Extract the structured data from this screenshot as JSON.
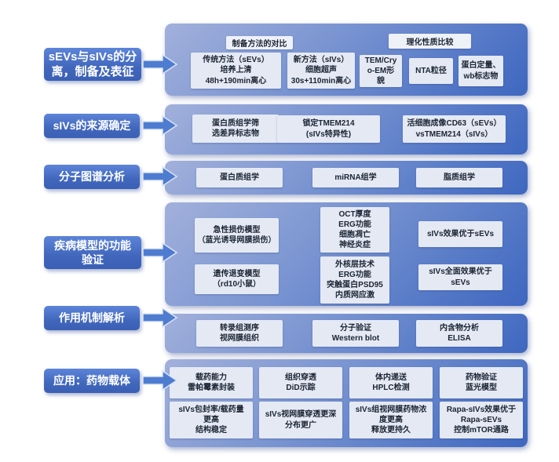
{
  "colors": {
    "label_gradient_top": "#5c84d8",
    "label_gradient_bottom": "#3a5fb4",
    "panel_gradient_light": "#a2b0db",
    "panel_gradient_dark": "#3e67c0",
    "inner_box_bg": "#e4e9f4",
    "inner_box_text": "#1b2433",
    "arrow_fill": "#4e7cd0",
    "background": "#ffffff"
  },
  "rows": [
    {
      "label": "sEVs与sIVs的分\n离，制备及表征",
      "headers": [
        "制备方法的对比",
        "理化性质比较"
      ],
      "boxes": [
        "传统方法（sEVs）\n培养上清\n48h+190min离心",
        "新方法（sIVs）\n细胞超声\n30s+110min离心",
        "TEM/Cry\no-EM形\n貌",
        "NTA粒径",
        "蛋白定量、\nwb标志物"
      ]
    },
    {
      "label": "sIVs的来源确定",
      "boxes": [
        "蛋白质组学筛\n选差异标志物",
        "锁定TMEM214\n(sIVs特异性)",
        "活细胞成像CD63（sEVs）\nvsTMEM214（sIVs）"
      ]
    },
    {
      "label": "分子图谱分析",
      "boxes": [
        "蛋白质组学",
        "miRNA组学",
        "脂质组学"
      ]
    },
    {
      "label": "疾病模型的功能\n验证",
      "boxes": [
        "急性损伤模型\n（蓝光诱导网膜损伤）",
        "OCT厚度\nERG功能\n细胞凋亡\n神经炎症",
        "sIVs效果优于sEVs",
        "遗传退变模型\n（rd10小鼠）",
        "外核层技术\nERG功能\n突触蛋白PSD95\n内质网应激",
        "sIVs全面效果优于\nsEVs"
      ]
    },
    {
      "label": "作用机制解析",
      "boxes": [
        "转录组测序\n视网膜组织",
        "分子验证\nWestern blot",
        "内含物分析\nELISA"
      ]
    },
    {
      "label": "应用：药物载体",
      "boxes": [
        "载药能力\n雷帕霉素封装",
        "组织穿透\nDiD示踪",
        "体内递送\nHPLC检测",
        "药物验证\n蓝光模型",
        "sIVs包封率/载药量\n更高\n结构稳定",
        "sIVs视网膜穿透更深\n分布更广",
        "sIVs组视网膜药物浓\n度更高\n释放更持久",
        "Rapa-sIVs效果优于\nRapa-sEVs\n控制mTOR通路"
      ]
    }
  ]
}
